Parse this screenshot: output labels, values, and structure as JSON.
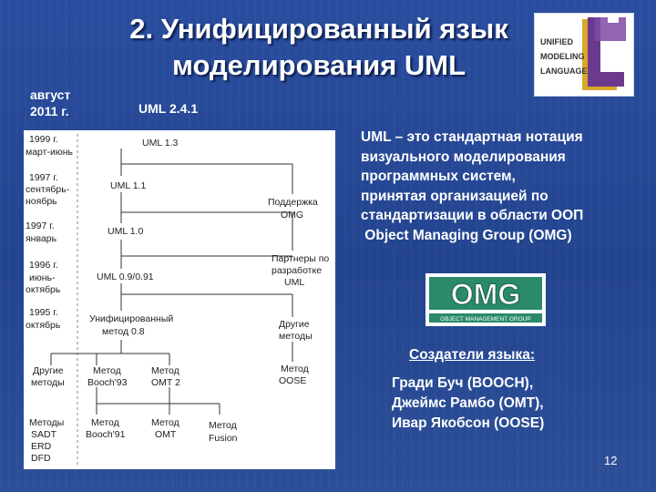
{
  "slide": {
    "title_line1": "2. Унифицированный язык",
    "title_line2": "моделирования UML",
    "date_line1": "август",
    "date_line2": "2011 г.",
    "uml_version": "UML 2.4.1",
    "page_number": "12"
  },
  "definition": {
    "lines": [
      "UML – это стандартная нотация",
      "визуального моделирования",
      "программных систем,",
      "принятая организацией по",
      "стандартизации в области ООП",
      " Object Managing Group (OMG)"
    ]
  },
  "creators": {
    "heading": "Создатели языка:",
    "names": [
      "Гради Буч (BOOCH),",
      "Джеймс Рамбо (OMT),",
      "Ивар Якобсон (OOSE)"
    ]
  },
  "logos": {
    "uml": {
      "words": [
        "UNIFIED",
        "MODELING",
        "LANGUAGE"
      ],
      "mark": "UML"
    },
    "omg": {
      "mark": "OMG",
      "tagline": "OBJECT MANAGEMENT GROUP"
    }
  },
  "colors": {
    "background": "#26479a",
    "omg_green": "#2a8a6a",
    "uml_purple": "#6b3a8e",
    "uml_gold": "#d8a82a"
  },
  "diagram": {
    "dates": [
      [
        "1999 г.",
        "март-июнь"
      ],
      [
        "1997 г.",
        "сентябрь-",
        "ноябрь"
      ],
      [
        "1997 г.",
        "январь"
      ],
      [
        "1996 г.",
        "июнь-",
        "октябрь"
      ],
      [
        "1995 г.",
        "октябрь"
      ]
    ],
    "nodes": {
      "uml13": "UML 1.3",
      "uml11": "UML 1.1",
      "uml10": "UML 1.0",
      "uml09": "UML 0.9/0.91",
      "um08": [
        "Унифицированный",
        "метод 0.8"
      ],
      "omg_support": [
        "Поддержка",
        "OMG"
      ],
      "partners": [
        "Партнеры по",
        "разработке",
        "UML"
      ],
      "other_methods_right": [
        "Другие",
        "методы"
      ],
      "oose": [
        "Метод",
        "OOSE"
      ],
      "other_methods": [
        "Другие",
        "методы"
      ],
      "booch93": [
        "Метод",
        "Booch'93"
      ],
      "omt2": [
        "Метод",
        "OMT 2"
      ],
      "bottom_left": [
        "Методы",
        "SADT",
        "ERD",
        "DFD"
      ],
      "booch91": [
        "Метод",
        "Booch'91"
      ],
      "omt": [
        "Метод",
        "OMT"
      ],
      "fusion": [
        "Метод",
        "Fusion"
      ]
    }
  }
}
